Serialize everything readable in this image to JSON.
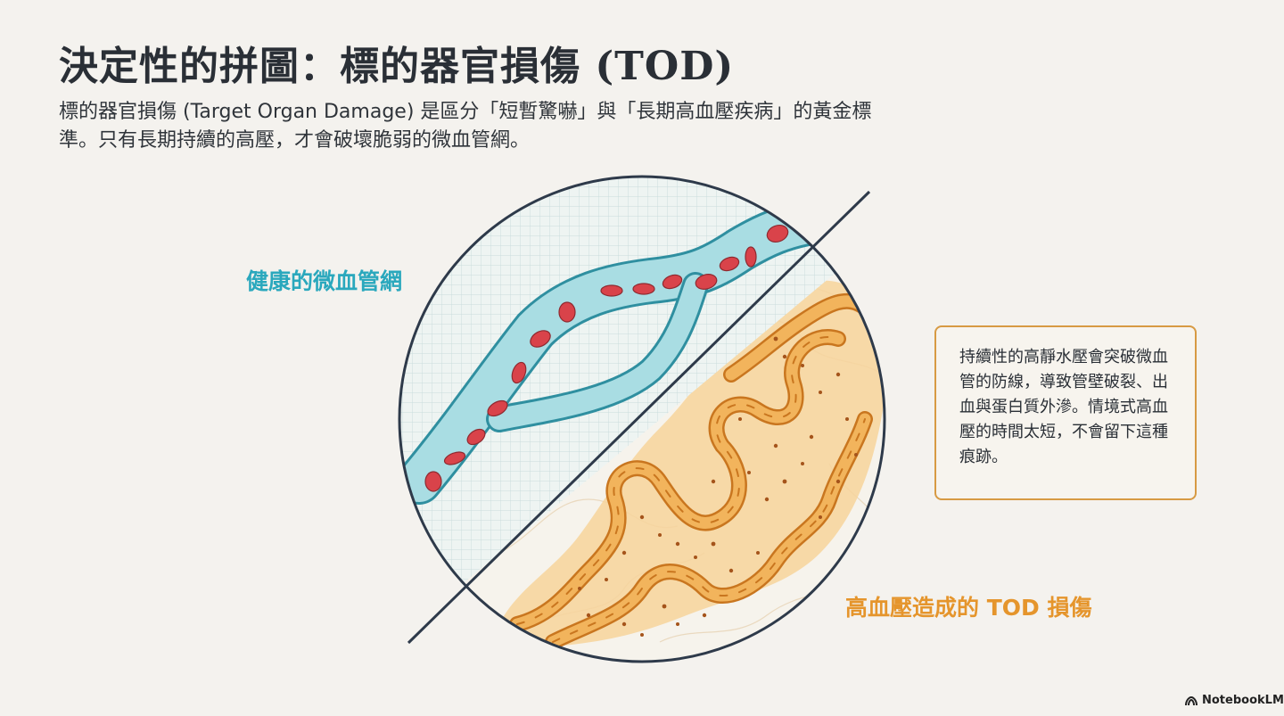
{
  "title": "決定性的拼圖：標的器官損傷 (TOD)",
  "subtitle": "標的器官損傷 (Target Organ Damage) 是區分「短暫驚嚇」與「長期高血壓疾病」的黃金標準。只有長期持續的高壓，才會破壞脆弱的微血管網。",
  "labels": {
    "healthy": "健康的微血管網",
    "damage": "高血壓造成的 TOD 損傷"
  },
  "callout": {
    "text": "持續性的高靜水壓會突破微血管的防線，導致管壁破裂、出血與蛋白質外滲。情境式高血壓的時間太短，不會留下這種痕跡。"
  },
  "branding": {
    "name": "NotebookLM",
    "icon": "notebooklm-logo-icon"
  },
  "colors": {
    "healthy_accent": "#2aa8bd",
    "damage_accent": "#e5952c",
    "callout_border": "#d79a43",
    "blood_cell": "#d9434a"
  }
}
